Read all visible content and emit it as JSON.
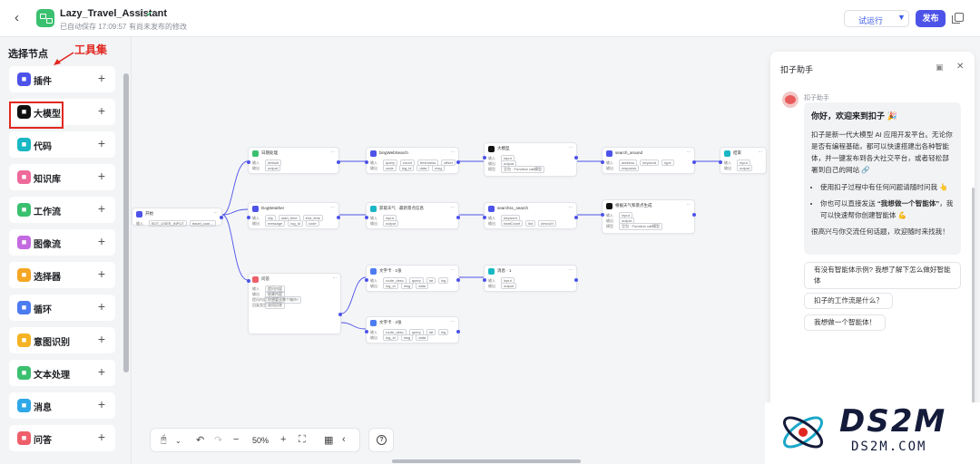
{
  "header": {
    "back_icon": "chevron-left-icon",
    "app_title": "Lazy_Travel_Assistant",
    "save_status": "已自动保存 17:09:57",
    "publish_status": "有尚未发布的修改",
    "run_label": "试运行",
    "publish_label": "发布"
  },
  "node_panel": {
    "title": "选择节点",
    "annotation": "工具集",
    "items": [
      {
        "label": "插件",
        "color": "#4d53e8",
        "icon": "plugin-icon"
      },
      {
        "label": "大模型",
        "color": "#111111",
        "icon": "llm-icon"
      },
      {
        "label": "代码",
        "color": "#19b7c4",
        "icon": "code-icon"
      },
      {
        "label": "知识库",
        "color": "#ee6a9a",
        "icon": "knowledge-icon"
      },
      {
        "label": "工作流",
        "color": "#3ac06f",
        "icon": "workflow-icon"
      },
      {
        "label": "图像流",
        "color": "#c46ae0",
        "icon": "imageflow-icon"
      },
      {
        "label": "选择器",
        "color": "#f5a623",
        "icon": "selector-icon"
      },
      {
        "label": "循环",
        "color": "#4d7bf0",
        "icon": "loop-icon"
      },
      {
        "label": "意图识别",
        "color": "#f5b323",
        "icon": "intent-icon"
      },
      {
        "label": "文本处理",
        "color": "#3ac06f",
        "icon": "text-process-icon"
      },
      {
        "label": "消息",
        "color": "#2fa8e8",
        "icon": "message-icon"
      },
      {
        "label": "问答",
        "color": "#ee5f6a",
        "icon": "qa-icon"
      }
    ]
  },
  "workflow": {
    "nodes": [
      {
        "id": "start",
        "title": "开始",
        "color": "#4d53e8",
        "rows": [
          [
            "输入",
            [
              "BOT_USER_INPUT",
              "travel_com..."
            ]
          ]
        ]
      },
      {
        "id": "code",
        "title": "日期处理",
        "color": "#3ac06f",
        "rows": [
          [
            "输入",
            [
              "default"
            ]
          ],
          [
            "输出",
            [
              "output"
            ]
          ]
        ]
      },
      {
        "id": "search",
        "title": "bingWebSearch",
        "color": "#4d53e8",
        "rows": [
          [
            "输入",
            [
              "query",
              "count",
              "freshness",
              "offset"
            ]
          ],
          [
            "输出",
            [
              "code",
              "log_id",
              "data",
              "msg"
            ]
          ]
        ]
      },
      {
        "id": "llm1",
        "title": "大模型",
        "color": "#111111",
        "rows": [
          [
            "输入",
            [
              "input"
            ]
          ],
          [
            "输出",
            [
              "output"
            ]
          ],
          [
            "模型",
            [
              "豆包 · Function call模型"
            ]
          ]
        ]
      },
      {
        "id": "nearby",
        "title": "search_around",
        "color": "#4d53e8",
        "rows": [
          [
            "输入",
            [
              "address",
              "keyword",
              "type"
            ]
          ],
          [
            "输出",
            [
              "response"
            ]
          ]
        ]
      },
      {
        "id": "end",
        "title": "结束",
        "color": "#19b7c4",
        "rows": [
          [
            "输入",
            [
              "input"
            ]
          ],
          [
            "输出",
            [
              "output"
            ]
          ]
        ]
      },
      {
        "id": "weather",
        "title": "DogWeather",
        "color": "#4d53e8",
        "rows": [
          [
            "输入",
            [
              "city",
              "start_time",
              "end_time"
            ]
          ],
          [
            "输出",
            [
              "message",
              "log_id",
              "code"
            ]
          ]
        ]
      },
      {
        "id": "text",
        "title": "获取天气 · 最新景点信息",
        "color": "#19b7c4",
        "rows": [
          [
            "输入",
            [
              "input"
            ]
          ],
          [
            "输出",
            [
              "output"
            ]
          ]
        ]
      },
      {
        "id": "music",
        "title": "searchsc_search",
        "color": "#4d53e8",
        "rows": [
          [
            "输入",
            [
              "keyword"
            ]
          ],
          [
            "输出",
            [
              "totalCount",
              "list",
              "descUrl"
            ]
          ]
        ]
      },
      {
        "id": "llm2",
        "title": "根据天气和景点生成",
        "color": "#111111",
        "rows": [
          [
            "输入",
            [
              "input"
            ]
          ],
          [
            "输出",
            [
              "output"
            ]
          ],
          [
            "模型",
            [
              "豆包 · Function call模型"
            ]
          ]
        ]
      },
      {
        "id": "intent",
        "title": "问答",
        "color": "#ee5f6a",
        "rows": [
          [
            "输入",
            [
              "提问内容"
            ]
          ],
          [
            "输出",
            [
              "结果内容"
            ]
          ],
          [
            "提问内容",
            [
              "你想要去哪个城市?"
            ]
          ],
          [
            "回复类型",
            [
              "选项回答"
            ]
          ]
        ]
      },
      {
        "id": "image1",
        "title": "文字卡 · 1张",
        "color": "#4d7bf0",
        "rows": [
          [
            "输入",
            [
              "route_desc",
              "query",
              "lat",
              "lng"
            ]
          ],
          [
            "输出",
            [
              "log_id",
              "msg",
              "data"
            ]
          ]
        ]
      },
      {
        "id": "msg",
        "title": "消息 · 1",
        "color": "#19b7c4",
        "rows": [
          [
            "输入",
            [
              "input"
            ]
          ],
          [
            "输出",
            [
              "output"
            ]
          ]
        ]
      },
      {
        "id": "image2",
        "title": "文字卡 · 2张",
        "color": "#4d7bf0",
        "rows": [
          [
            "输入",
            [
              "route_desc",
              "query",
              "lat",
              "lng"
            ]
          ],
          [
            "输出",
            [
              "log_id",
              "msg",
              "data"
            ]
          ]
        ]
      }
    ]
  },
  "toolbar": {
    "zoom": "50%"
  },
  "assistant": {
    "title": "扣子助手",
    "bot_name": "扣子助手",
    "greeting": "你好，欢迎来到扣子 🎉",
    "intro": "扣子是新一代大模型 AI 应用开发平台。无论你是否有编程基础，都可以快速搭建出各种智能体，并一键发布到各大社交平台，或者轻松部署到自己的网站 🔗",
    "bullet1": "使用扣子过程中有任何问题请随时问我 👆",
    "bullet2_prefix": "你也可以直接发送",
    "bullet2_strong": "“我想做一个智能体”",
    "bullet2_suffix": "，我可以快速帮你创建智能体 💪",
    "closing": "很高兴与你交流任何话题，欢迎随时来找我！",
    "suggestions": [
      "有没有智能体示例? 我想了解下怎么做好智能体",
      "扣子的工作流是什么？",
      "我想做一个智能体！"
    ]
  },
  "watermark": {
    "big": "DS2M",
    "small": "DS2M.COM"
  }
}
